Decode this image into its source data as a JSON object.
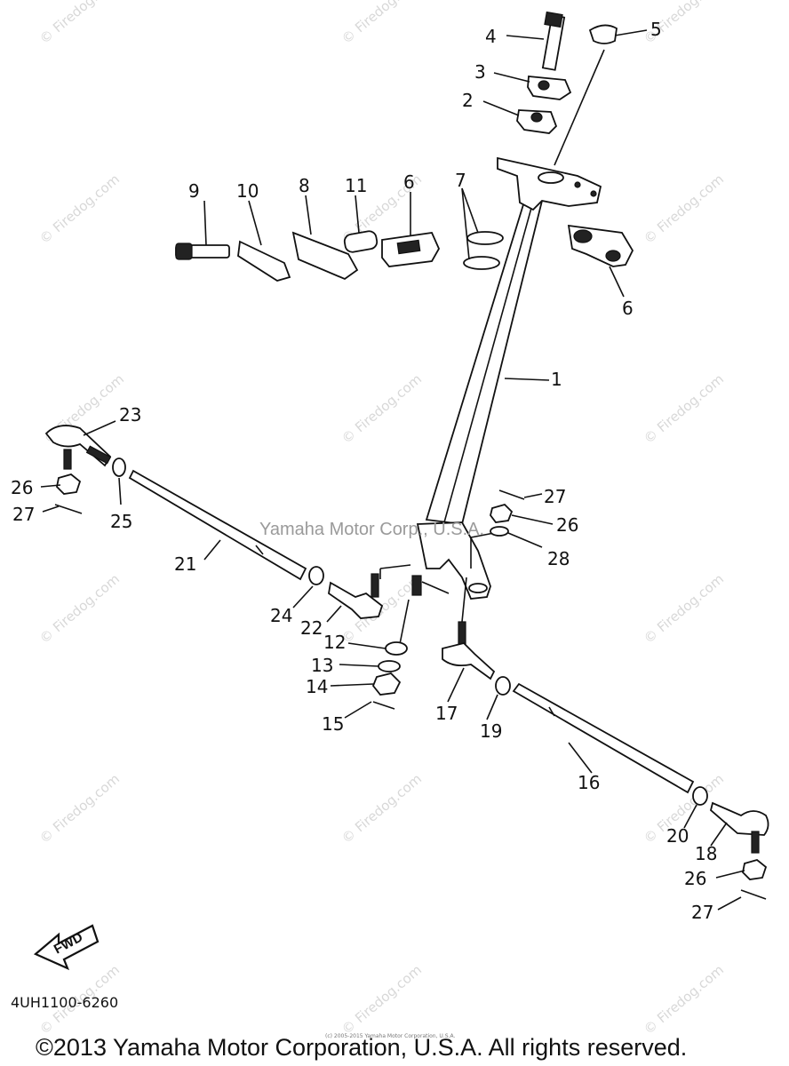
{
  "watermark": {
    "text": "© Firedog.com",
    "center_text": "Yamaha Motor Corp., U.S.A."
  },
  "labels": {
    "l1": "1",
    "l2": "2",
    "l3": "3",
    "l4": "4",
    "l5": "5",
    "l6a": "6",
    "l6b": "6",
    "l7": "7",
    "l8": "8",
    "l9": "9",
    "l10": "10",
    "l11": "11",
    "l12": "12",
    "l13": "13",
    "l14": "14",
    "l15": "15",
    "l16": "16",
    "l17": "17",
    "l18": "18",
    "l19": "19",
    "l20": "20",
    "l21": "21",
    "l22": "22",
    "l23": "23",
    "l24": "24",
    "l25": "25",
    "l26a": "26",
    "l26b": "26",
    "l26c": "26",
    "l27a": "27",
    "l27b": "27",
    "l27c": "27",
    "l28": "28"
  },
  "fwd_label": "FWD",
  "diagram_code": "4UH1100-6260",
  "small_copyright": "(c) 2005-2015 Yamaha Motor Corporation, U.S.A.",
  "copyright": "©2013 Yamaha Motor Corporation, U.S.A. All rights reserved."
}
